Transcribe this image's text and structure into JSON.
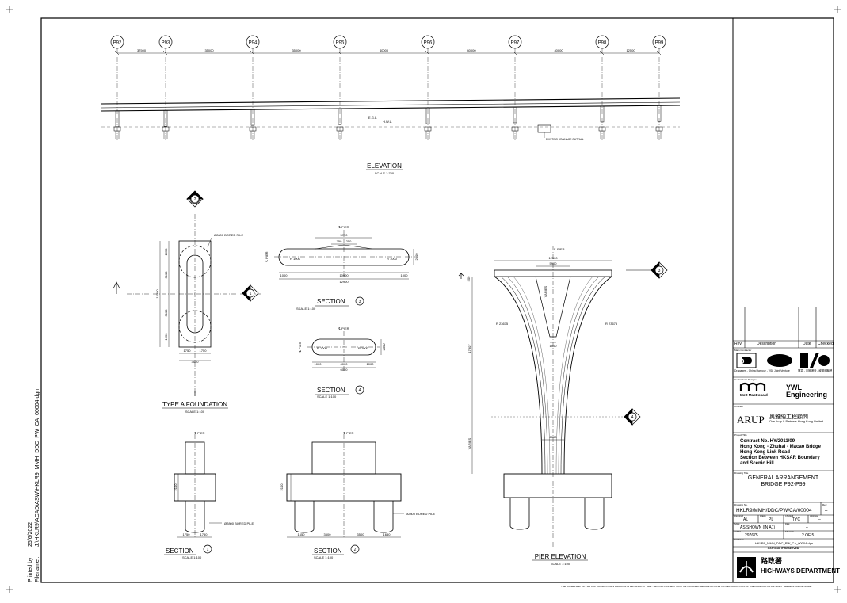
{
  "print_info": {
    "printed_by_label": "Printed by :",
    "printed_by_value": "25/6/2022",
    "filename_label": "Filename :",
    "filename_value": "J:\\HKLR9\\ACAD\\ASW\\HKLR9_MMH_DDC_PW_CA_00004.dgn"
  },
  "grids": [
    "P92",
    "P93",
    "P94",
    "P95",
    "P96",
    "P97",
    "P98",
    "P99"
  ],
  "spans": [
    "37500",
    "35000",
    "35000",
    "40000",
    "40000",
    "40000",
    "12500"
  ],
  "elevation": {
    "title": "ELEVATION",
    "scale": "SCALE 1:750",
    "level_label_1": "E.G.L.",
    "level_label_2": "H.W.L.",
    "culvert_note": "EXISTING DRAINAGE OUTFALL"
  },
  "foundation": {
    "title": "TYPE A FOUNDATION",
    "scale": "SCALE 1:100",
    "pile_note": "Ø2800 BORED PILE",
    "dims": [
      "1650",
      "3100",
      "12200",
      "3100",
      "1650",
      "1750",
      "1750",
      "3500"
    ],
    "section_2": "2",
    "section_1": "1"
  },
  "section3": {
    "title": "SECTION",
    "number": "3",
    "scale": "SCALE 1:100",
    "pier_label": "℄ PIER",
    "dims": [
      "5900",
      "750",
      "250",
      "R 1000",
      "R 1000",
      "1000",
      "10900",
      "1000",
      "12900",
      "2000"
    ]
  },
  "section4": {
    "title": "SECTION",
    "number": "4",
    "scale": "SCALE 1:100",
    "pier_label": "℄ PIER",
    "dims": [
      "R 1000",
      "R 1000",
      "1000",
      "4000",
      "1000",
      "6000",
      "2000"
    ]
  },
  "section1": {
    "title": "SECTION",
    "number": "1",
    "scale": "SCALE 1:100",
    "pier_label": "℄ PIER",
    "pile_note": "Ø2800 BORED PILE",
    "dims": [
      "2100",
      "1750",
      "1750"
    ]
  },
  "section2": {
    "title": "SECTION",
    "number": "2",
    "scale": "SCALE 1:100",
    "pier_label": "℄ PIER",
    "pile_note": "Ø2800 BORED PILE",
    "dims": [
      "2100",
      "1650",
      "3500",
      "3500",
      "1650"
    ]
  },
  "pier_elevation": {
    "title": "PIER ELEVATION",
    "scale": "SCALE 1:100",
    "pier_label": "℄ PIER",
    "dims": [
      "12500",
      "5900",
      "500",
      "VARIES",
      "R 23675",
      "R 23675",
      "1500",
      "17307",
      "VARIES",
      "6000"
    ],
    "section_3": "3",
    "section_4": "4"
  },
  "title_block": {
    "rev_headers": [
      "Rev.",
      "Description",
      "Date",
      "Checked"
    ],
    "contractor_label": "Main Contractor",
    "contractor_logos": [
      "D",
      "CHEC",
      "VSL"
    ],
    "contractor_text": "Dragages - China Harbour - VSL Joint Venture",
    "contractor_text_cn": "寶嘉 - 中國港灣 - 威勝利聯營",
    "designer_label": "Contractor's Designer",
    "designer_1": "Mott MacDonald",
    "designer_2": "YWL Engineering",
    "checker_label": "Checker",
    "checker_name": "ARUP",
    "checker_cn": "奧雅納工程顧問",
    "checker_sub": "Ove Arup & Partners Hong Kong Limited",
    "project_label": "Project Title",
    "project_lines": [
      "Contract No. HY/2011/09",
      "Hong Kong - Zhuhai - Macao Bridge",
      "Hong Kong Link Road",
      "Section Between HKSAR Boundary",
      "and Scenic Hill"
    ],
    "drawing_title_label": "Drawing Title",
    "drawing_title_lines": [
      "GENERAL ARRANGEMENT",
      "BRIDGE P92-P99"
    ],
    "drawing_no_label": "Drawing No.",
    "drawing_no": "HKLR9/MMH/DDC/PW/CA/00004",
    "rev_label": "Rev.",
    "rev_value": "–",
    "designed_label": "Designed",
    "designed_value": "AL",
    "drawn_label": "Drawn",
    "drawn_value": "PL",
    "checked_label": "Checked",
    "checked_value": "TYC",
    "approved_label": "Approved",
    "approved_value": "–",
    "scale_label": "Scale",
    "scale_value": "AS SHOWN (IN A1)",
    "date_label": "Date",
    "date_value": "–",
    "job_label": "Job No.",
    "job_value": "297675",
    "sheet_label": "Sheet No.",
    "sheet_value": "2 OF 5",
    "file_label": "File Name",
    "file_value": "HKLR9_MMH_DDC_PW_CA_00004.dgn",
    "copyright": "COPYRIGHT RESERVED",
    "hyd_cn": "路政署",
    "hyd_en": "HIGHWAYS DEPARTMENT"
  },
  "footer_note": "THE OWNERSHIP OF THE COPYRIGHT IN THIS DRAWING IS RETAINED BY THE ... WHOSE CONSENT MUST BE OBTAINED BEFORE ANY USE OR REPRODUCTION OF THE DRAWING OR ANY PART THEREOF CAN BE MADE."
}
